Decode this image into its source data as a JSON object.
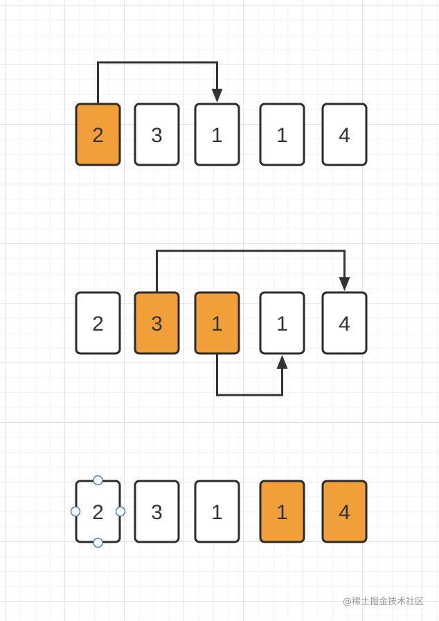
{
  "colors": {
    "highlight": "#f19f38",
    "card_fill": "#ffffff",
    "card_border": "#2b2b2b",
    "arrow": "#333333",
    "selection_handle": "#3d7fcf"
  },
  "rows": [
    {
      "cards": [
        {
          "value": "2",
          "highlighted": true
        },
        {
          "value": "3",
          "highlighted": false
        },
        {
          "value": "1",
          "highlighted": false
        },
        {
          "value": "1",
          "highlighted": false
        },
        {
          "value": "4",
          "highlighted": false
        }
      ],
      "arrows": [
        {
          "from_card": 0,
          "to_card": 2,
          "side": "top"
        }
      ],
      "selected_card": null
    },
    {
      "cards": [
        {
          "value": "2",
          "highlighted": false
        },
        {
          "value": "3",
          "highlighted": true
        },
        {
          "value": "1",
          "highlighted": true
        },
        {
          "value": "1",
          "highlighted": false
        },
        {
          "value": "4",
          "highlighted": false
        }
      ],
      "arrows": [
        {
          "from_card": 1,
          "to_card": 4,
          "side": "top"
        },
        {
          "from_card": 2,
          "to_card": 3,
          "side": "bottom"
        }
      ],
      "selected_card": null
    },
    {
      "cards": [
        {
          "value": "2",
          "highlighted": false
        },
        {
          "value": "3",
          "highlighted": false
        },
        {
          "value": "1",
          "highlighted": false
        },
        {
          "value": "1",
          "highlighted": true
        },
        {
          "value": "4",
          "highlighted": true
        }
      ],
      "arrows": [],
      "selected_card": 0
    }
  ],
  "watermark": "@稀土掘金技术社区"
}
